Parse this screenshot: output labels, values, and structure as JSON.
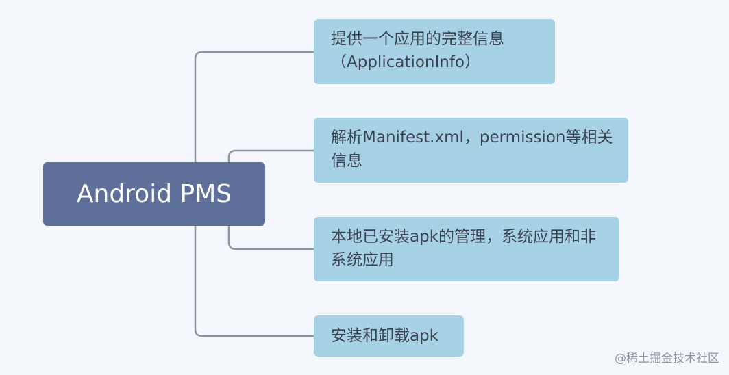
{
  "root": {
    "label": "Android PMS"
  },
  "children": [
    {
      "label": "提供一个应用的完整信息（ApplicationInfo）"
    },
    {
      "label": "解析Manifest.xml，permission等相关信息"
    },
    {
      "label": "本地已安装apk的管理，系统应用和非系统应用"
    },
    {
      "label": "安装和卸载apk"
    }
  ],
  "watermark": "@稀土掘金技术社区",
  "colors": {
    "background": "#f4f8fc",
    "root_fill": "#5e7099",
    "child_fill": "#a7d2e6",
    "connector": "#8a94a3"
  }
}
